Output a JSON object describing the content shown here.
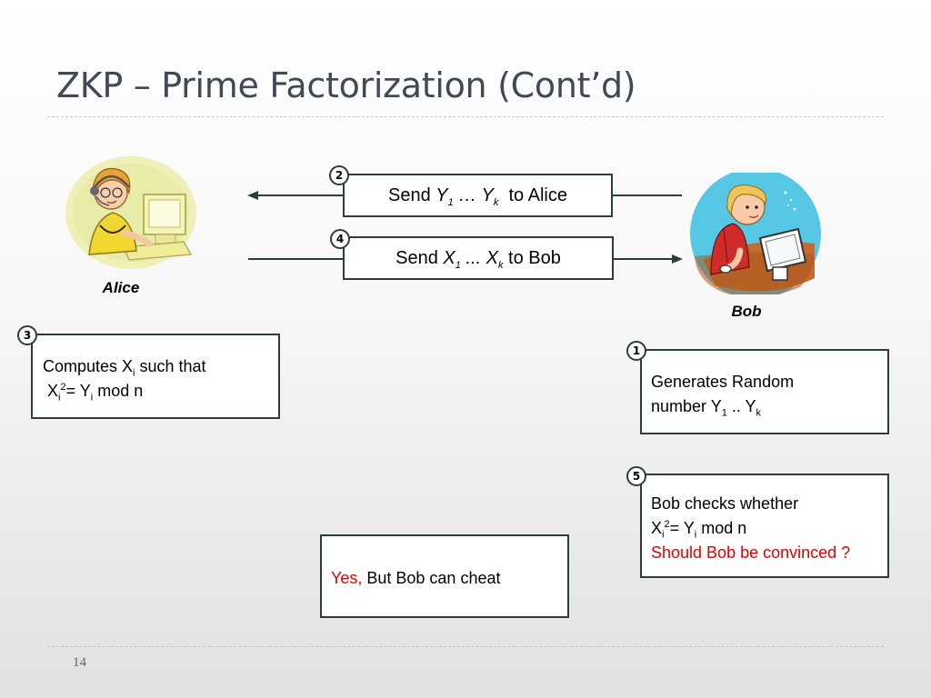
{
  "slide": {
    "title": "ZKP – Prime Factorization (Cont’d)",
    "page_number": "14"
  },
  "actors": {
    "alice": {
      "label": "Alice",
      "icon": "alice-computer-clipart-icon"
    },
    "bob": {
      "label": "Bob",
      "icon": "bob-computer-clipart-icon"
    }
  },
  "messages": {
    "m2": {
      "step": "2",
      "prefix": "Send ",
      "v1": "Y",
      "v1_sub": "1",
      "mid": " … ",
      "v2": "Y",
      "v2_sub": "k",
      "suffix": "  to Alice"
    },
    "m4": {
      "step": "4",
      "prefix": "Send ",
      "v1": "X",
      "v1_sub": "1",
      "mid": " ... ",
      "v2": "X",
      "v2_sub": "k",
      "suffix": " to Bob"
    }
  },
  "steps": {
    "s1": {
      "step": "1",
      "line1": "Generates Random",
      "line2_a": "number Y",
      "line2_sub1": "1",
      "line2_b": " .. Y",
      "line2_sub2": "k"
    },
    "s3": {
      "step": "3",
      "line1_a": "Computes X",
      "line1_sub": "i",
      "line1_b": " such that",
      "line2_a": " X",
      "line2_sub": "i",
      "line2_sup": "2",
      "line2_b": "= Y",
      "line2_sub2": "i",
      "line2_c": " mod n"
    },
    "s5": {
      "step": "5",
      "line1": "Bob checks whether",
      "line2_a": "X",
      "line2_sub": "i",
      "line2_sup": "2",
      "line2_b": "= Y",
      "line2_sub2": "i",
      "line2_c": " mod n",
      "line3": "Should Bob be convinced ?"
    }
  },
  "answer": {
    "yes": "Yes,",
    "rest": " But Bob can cheat"
  },
  "colors": {
    "title": "#404a55",
    "border": "#2c3e36",
    "highlight": "#e00000"
  }
}
